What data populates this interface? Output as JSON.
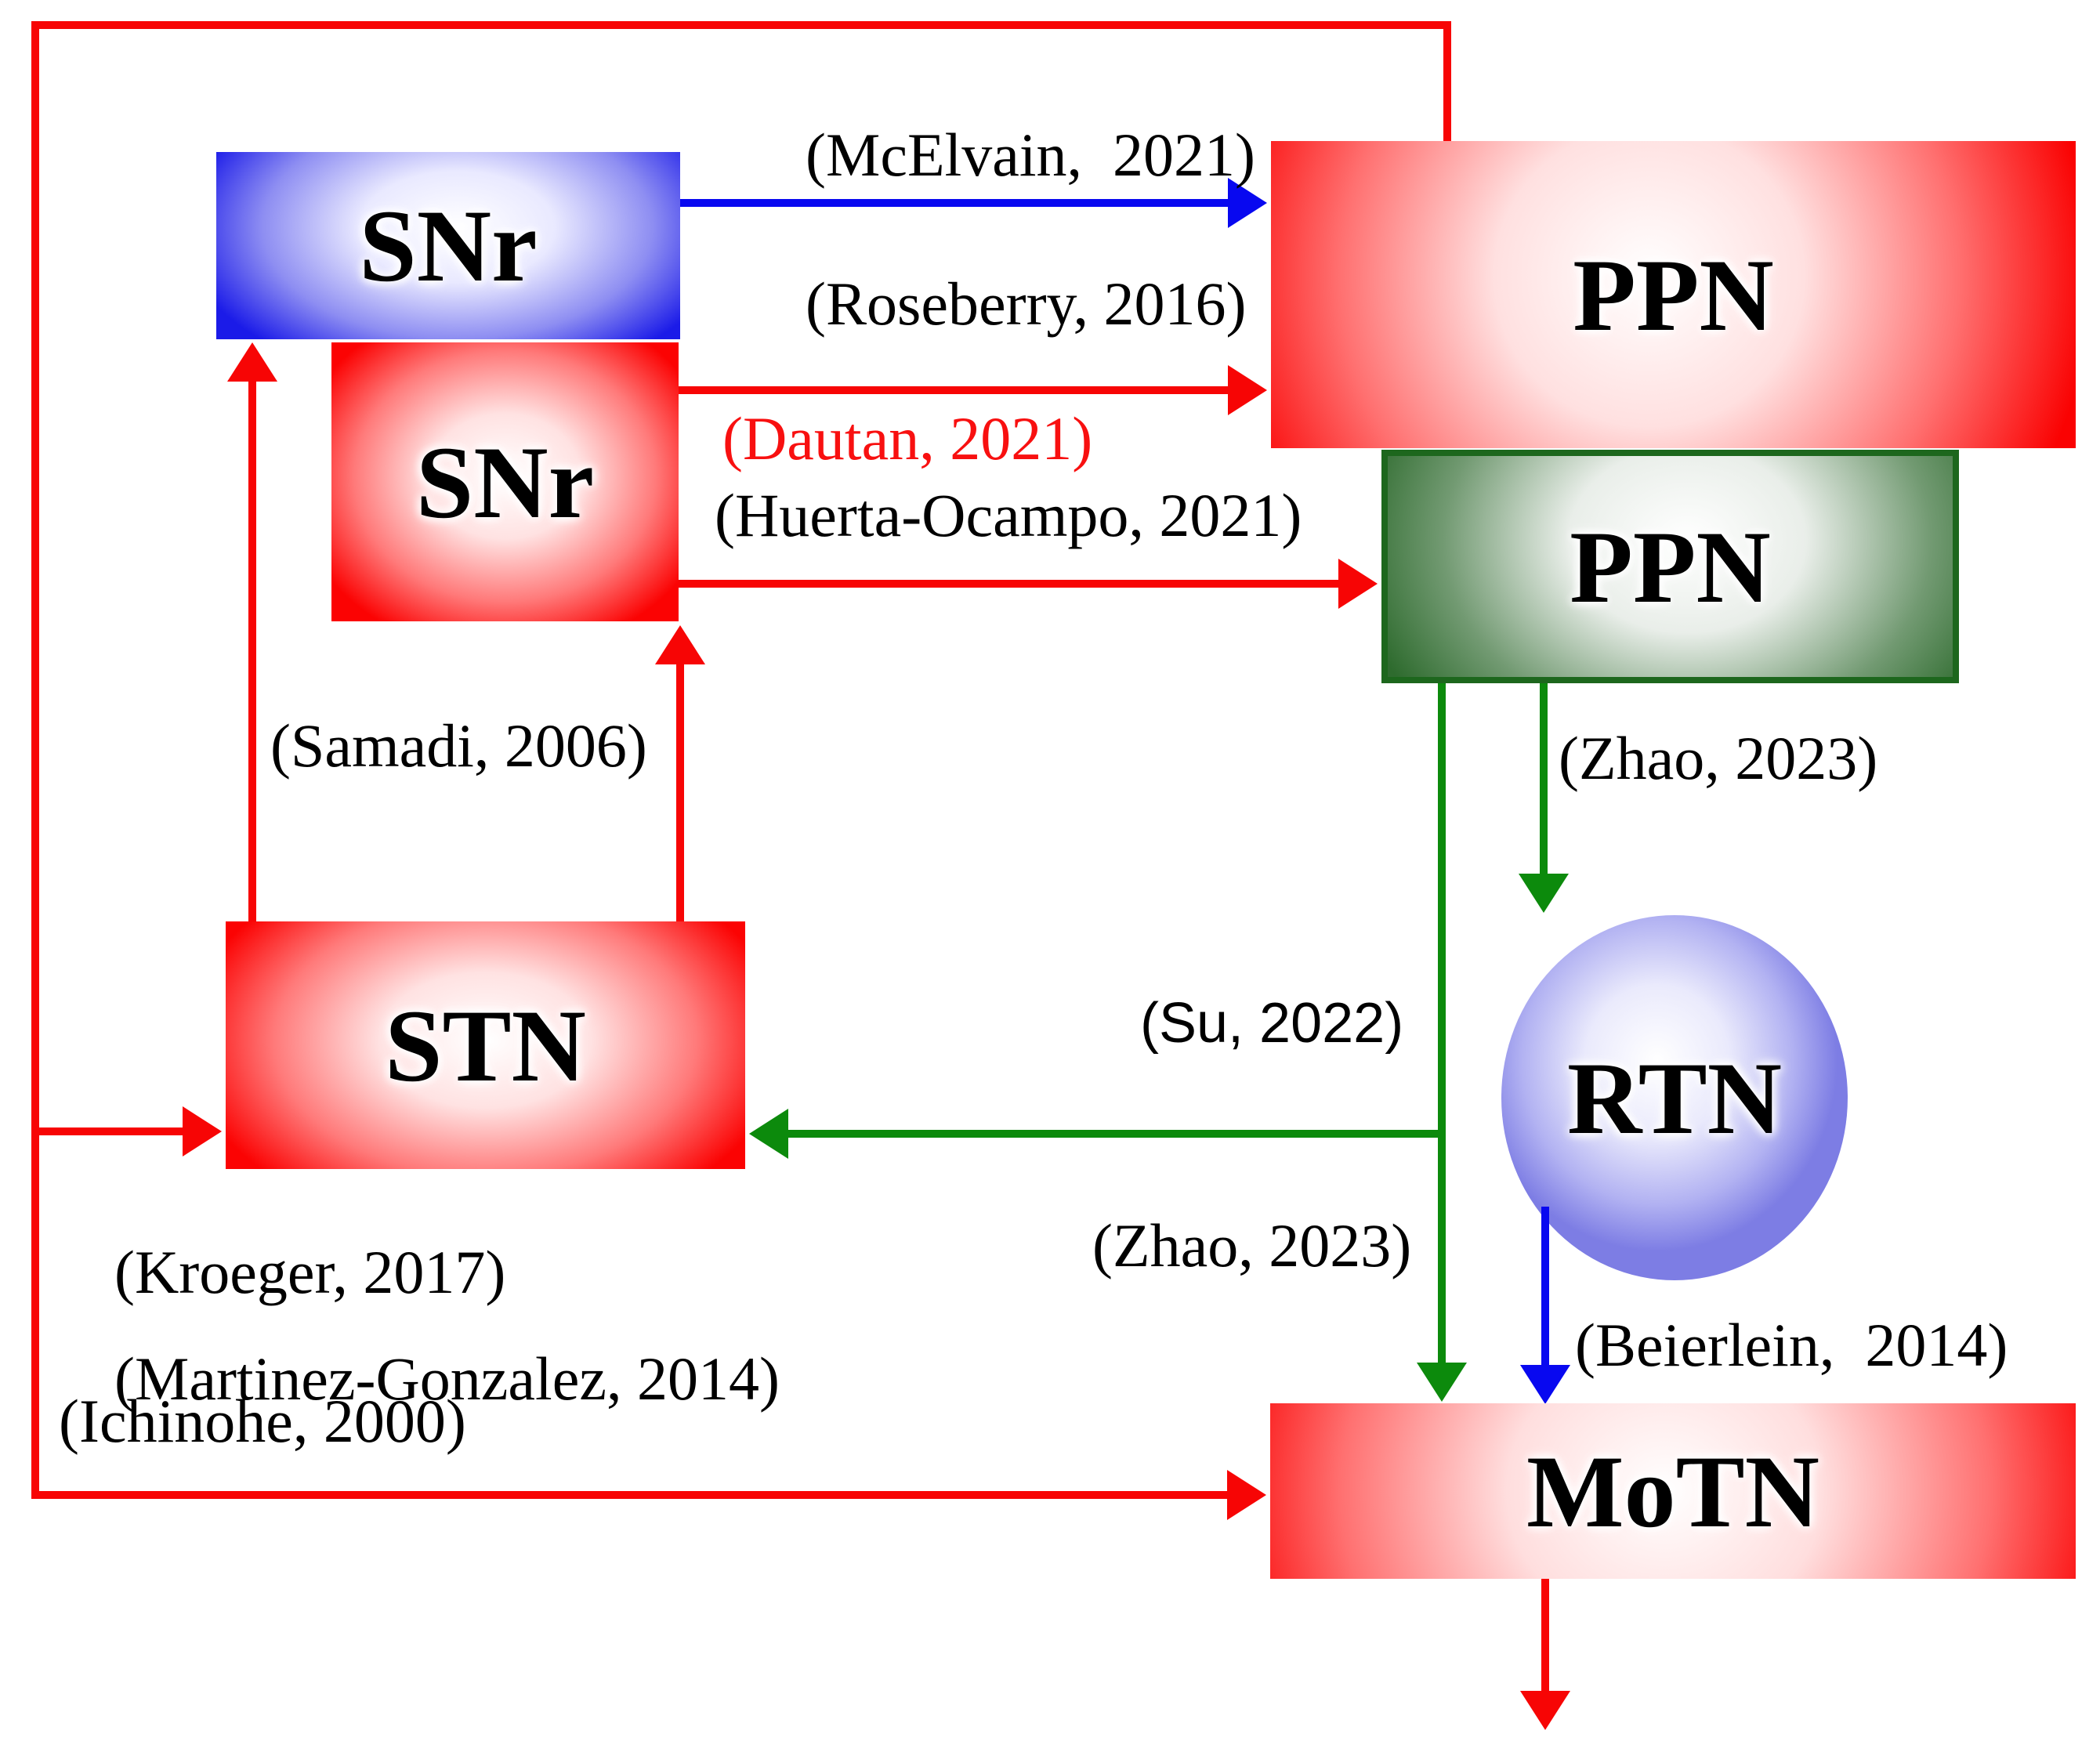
{
  "nodes": {
    "snr_blue": {
      "label": "SNr",
      "theme_color": "#1b1be8"
    },
    "snr_red": {
      "label": "SNr",
      "theme_color": "#fb0303"
    },
    "ppn_red": {
      "label": "PPN",
      "theme_color": "#fa0202"
    },
    "ppn_green": {
      "label": "PPN",
      "theme_color": "#2e6b2e"
    },
    "stn": {
      "label": "STN",
      "theme_color": "#fb0303"
    },
    "rtn": {
      "label": "RTN",
      "theme_color": "#7d7de4",
      "shape": "ellipse"
    },
    "motn": {
      "label": "MoTN",
      "theme_color": "#fa0202"
    }
  },
  "citations": {
    "mcelvain": "(McElvain,  2021)",
    "roseberry": "(Roseberry, 2016)",
    "dautan": "(Dautan, 2021)",
    "huerta": "(Huerta-Ocampo, 2021)",
    "samadi": "(Samadi, 2006)",
    "zhao_rtn": "(Zhao, 2023)",
    "su": "(Su, 2022)",
    "zhao_motn": "(Zhao, 2023)",
    "beierlein": "(Beierlein,  2014)",
    "kroeger": "(Kroeger, 2017)",
    "martinez": "(Martinez-Gonzalez, 2014)",
    "ichinohe": "(Ichinohe, 2000)"
  },
  "edges": [
    {
      "from": "snr_blue",
      "to": "ppn_red",
      "color": "blue",
      "citations": [
        "(McElvain,  2021)",
        "(Roseberry, 2016)"
      ]
    },
    {
      "from": "snr_red",
      "to": "ppn_red",
      "color": "red",
      "citations": [
        "(Dautan, 2021)"
      ]
    },
    {
      "from": "snr_red",
      "to": "ppn_green",
      "color": "red",
      "citations": [
        "(Huerta-Ocampo, 2021)"
      ]
    },
    {
      "from": "stn",
      "to": "snr_blue",
      "color": "red",
      "citations": [
        "(Samadi, 2006)"
      ]
    },
    {
      "from": "stn",
      "to": "snr_red",
      "color": "red",
      "citations": []
    },
    {
      "from": "ppn_red",
      "to": "stn",
      "color": "red",
      "citations": [
        "(Kroeger, 2017)",
        "(Martinez-Gonzalez, 2014)"
      ]
    },
    {
      "from": "ppn_red",
      "to": "motn",
      "color": "red",
      "citations": [
        "(Ichinohe, 2000)"
      ]
    },
    {
      "from": "ppn_green",
      "to": "rtn",
      "color": "green",
      "citations": [
        "(Zhao, 2023)"
      ]
    },
    {
      "from": "ppn_green",
      "to": "stn",
      "color": "green",
      "citations": [
        "(Su, 2022)"
      ]
    },
    {
      "from": "ppn_green",
      "to": "motn",
      "color": "green",
      "citations": [
        "(Zhao, 2023)"
      ]
    },
    {
      "from": "rtn",
      "to": "motn",
      "color": "blue",
      "citations": [
        "(Beierlein,  2014)"
      ]
    },
    {
      "from": "motn",
      "to": "output",
      "color": "red",
      "citations": []
    }
  ],
  "colors": {
    "red_pathway": "#f70505",
    "blue_pathway": "#0808f0",
    "green_pathway": "#0c8a0c",
    "dautan_label": "#f81010"
  }
}
